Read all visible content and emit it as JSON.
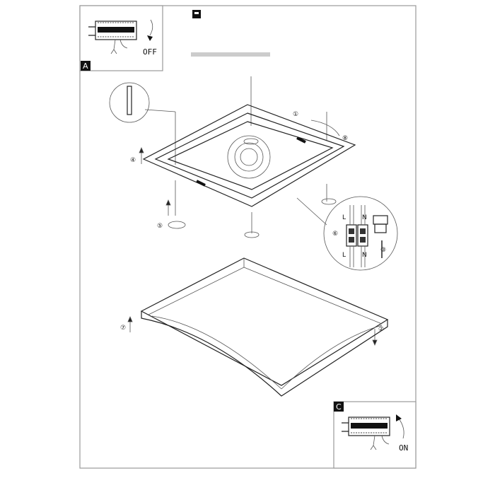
{
  "panels": {
    "a": {
      "badge": "A",
      "switch_label": "OFF"
    },
    "c": {
      "badge": "C",
      "switch_label": "ON"
    }
  },
  "steps": {
    "s1": "①",
    "s2": "②",
    "s3": "③",
    "s4": "④",
    "s5": "⑤",
    "s6": "⑥",
    "s7": "⑦",
    "s8": "⑧"
  },
  "connector": {
    "l_top": "L",
    "n_top": "N",
    "l_bottom": "L",
    "n_bottom": "N"
  },
  "colors": {
    "line": "#222222",
    "frame": "#999999",
    "badge": "#111111"
  }
}
